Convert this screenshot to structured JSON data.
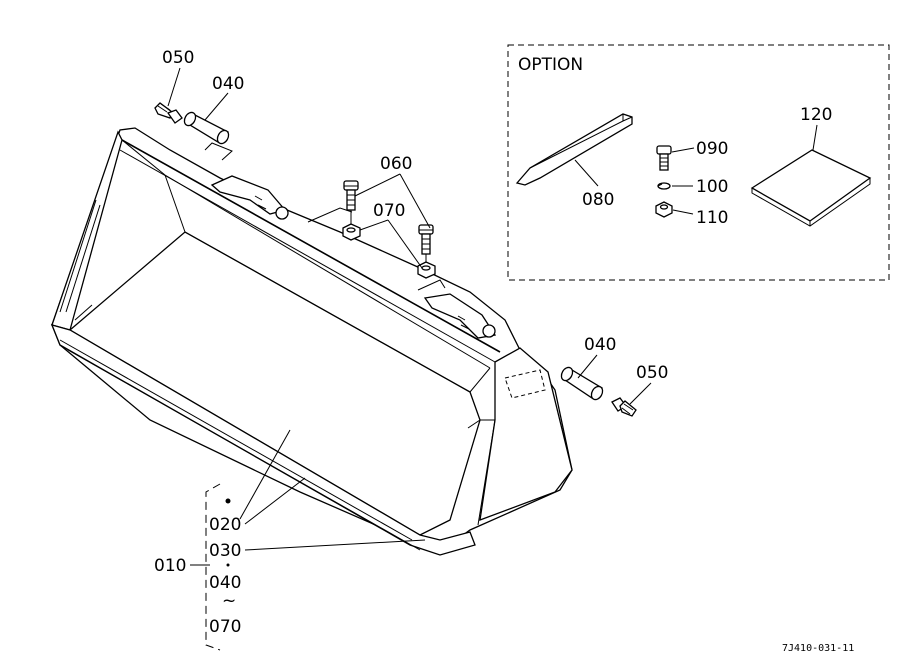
{
  "option_box": {
    "title": "OPTION"
  },
  "callouts": {
    "c050_top": "050",
    "c040_top": "040",
    "c060": "060",
    "c070": "070",
    "c040_right": "040",
    "c050_right": "050",
    "c080": "080",
    "c090": "090",
    "c100": "100",
    "c110": "110",
    "c120": "120"
  },
  "assembly_group": {
    "main": "010",
    "items": [
      "020",
      "030",
      "040",
      "070"
    ],
    "range_mark": "~"
  },
  "drawing_code": "7J410-031-11",
  "colors": {
    "line": "#000000",
    "background": "#ffffff"
  }
}
